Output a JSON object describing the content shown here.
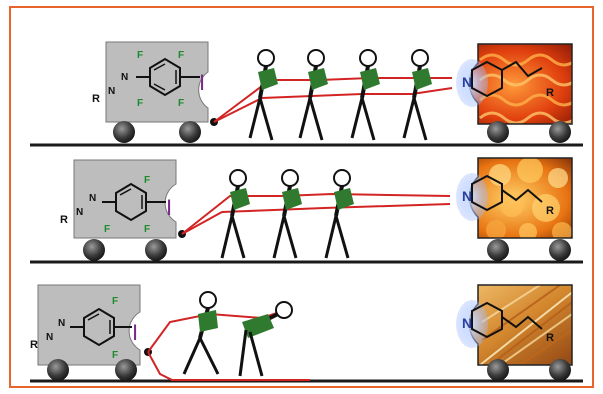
{
  "colors": {
    "frame": "#e8642a",
    "track": "#1a1a1a",
    "cart": "#bdbdbd",
    "fluorine": "#1e8a2e",
    "iodine": "#7b2a8c",
    "nitrogen": "#2b3fa0",
    "rope": "#d32424",
    "shirt": "#2f7a2f"
  },
  "labels": {
    "r": "R",
    "n": "N",
    "f": "F",
    "i": "I",
    "pyridine_n": "N"
  },
  "rows": [
    {
      "name": "row-tetrafluoro",
      "fluorine_count": 4,
      "pullers": 4,
      "texture": "red-wavy"
    },
    {
      "name": "row-trifluoro",
      "fluorine_count": 3,
      "pullers": 3,
      "texture": "amber-bubbles"
    },
    {
      "name": "row-difluoro",
      "fluorine_count": 2,
      "pullers": 2,
      "texture": "golden-fibres"
    }
  ]
}
